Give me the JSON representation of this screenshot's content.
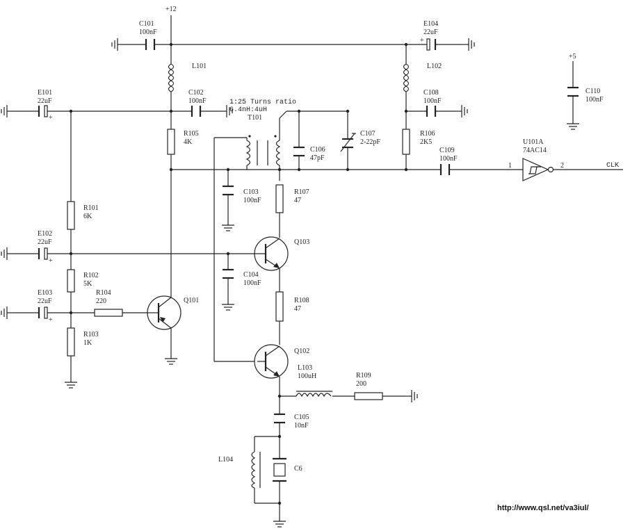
{
  "rails": {
    "v12": "+12",
    "v5": "+5",
    "clk": "CLK"
  },
  "capacitors": {
    "C101": {
      "ref": "C101",
      "value": "100nF"
    },
    "C102": {
      "ref": "C102",
      "value": "100nF"
    },
    "C103": {
      "ref": "C103",
      "value": "100nF"
    },
    "C104": {
      "ref": "C104",
      "value": "100nF"
    },
    "C105": {
      "ref": "C105",
      "value": "10nF"
    },
    "C106": {
      "ref": "C106",
      "value": "47pF"
    },
    "C107": {
      "ref": "C107",
      "value": "2-22pF"
    },
    "C108": {
      "ref": "C108",
      "value": "100nF"
    },
    "C109": {
      "ref": "C109",
      "value": "100nF"
    },
    "C110": {
      "ref": "C110",
      "value": "100nF"
    }
  },
  "electrolytics": {
    "E101": {
      "ref": "E101",
      "value": "22uF"
    },
    "E102": {
      "ref": "E102",
      "value": "22uF"
    },
    "E103": {
      "ref": "E103",
      "value": "22uF"
    },
    "E104": {
      "ref": "E104",
      "value": "22uF"
    }
  },
  "resistors": {
    "R101": {
      "ref": "R101",
      "value": "6K"
    },
    "R102": {
      "ref": "R102",
      "value": "5K"
    },
    "R103": {
      "ref": "R103",
      "value": "1K"
    },
    "R104": {
      "ref": "R104",
      "value": "220"
    },
    "R105": {
      "ref": "R105",
      "value": "4K"
    },
    "R106": {
      "ref": "R106",
      "value": "2K5"
    },
    "R107": {
      "ref": "R107",
      "value": "47"
    },
    "R108": {
      "ref": "R108",
      "value": "47"
    },
    "R109": {
      "ref": "R109",
      "value": "200"
    }
  },
  "inductors": {
    "L101": {
      "ref": "L101"
    },
    "L102": {
      "ref": "L102"
    },
    "L103": {
      "ref": "L103",
      "value": "100uH"
    },
    "L104": {
      "ref": "L104"
    }
  },
  "transistors": {
    "Q101": "Q101",
    "Q102": "Q102",
    "Q103": "Q103"
  },
  "transformer": {
    "ref": "T101",
    "line1": "1:25 Turns ratio",
    "line2": "6.4nH:4uH"
  },
  "inverter": {
    "ref": "U101A",
    "part": "74AC14",
    "pin_in": "1",
    "pin_out": "2"
  },
  "crystal": {
    "ref": "C6"
  },
  "url": "http://www.qsl.net/va3iul/"
}
